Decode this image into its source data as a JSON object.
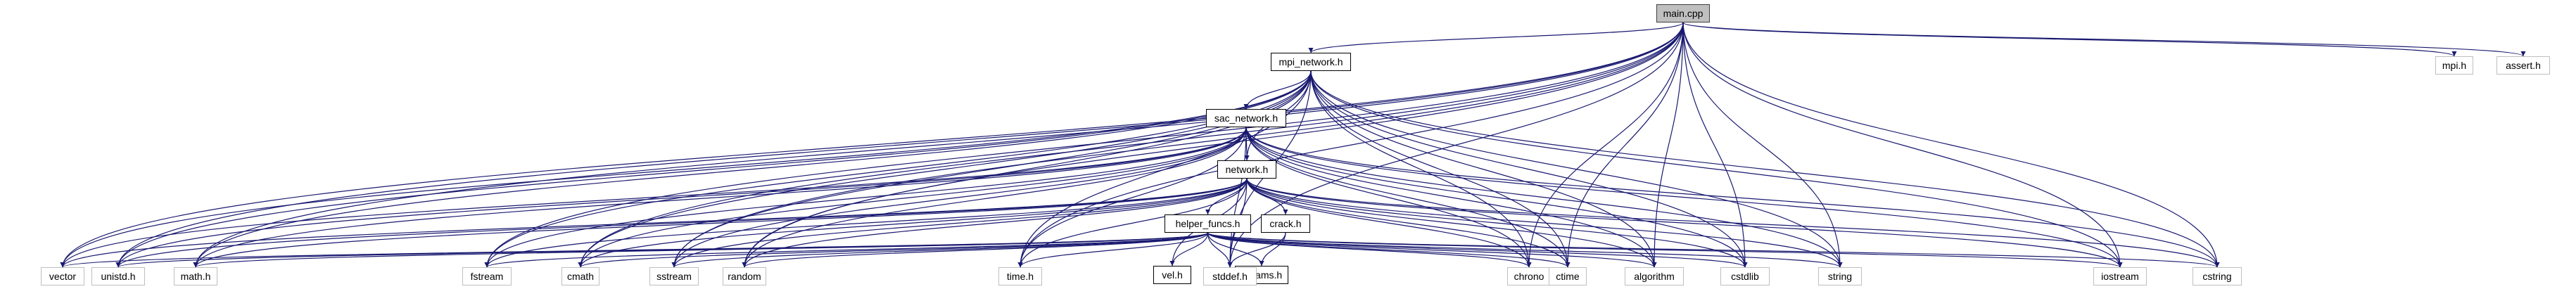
{
  "graph": {
    "title": "main.cpp",
    "edge_color": "#191970",
    "nodes": [
      {
        "id": "main.cpp",
        "kind": "root"
      },
      {
        "id": "mpi_network.h",
        "kind": "proj"
      },
      {
        "id": "sac_network.h",
        "kind": "proj"
      },
      {
        "id": "network.h",
        "kind": "proj"
      },
      {
        "id": "helper_funcs.h",
        "kind": "proj"
      },
      {
        "id": "crack.h",
        "kind": "proj"
      },
      {
        "id": "vel.h",
        "kind": "proj"
      },
      {
        "id": "params.h",
        "kind": "proj"
      },
      {
        "id": "mpi.h",
        "kind": "sys"
      },
      {
        "id": "assert.h",
        "kind": "sys"
      },
      {
        "id": "vector",
        "kind": "sys"
      },
      {
        "id": "unistd.h",
        "kind": "sys"
      },
      {
        "id": "math.h",
        "kind": "sys"
      },
      {
        "id": "fstream",
        "kind": "sys"
      },
      {
        "id": "cmath",
        "kind": "sys"
      },
      {
        "id": "sstream",
        "kind": "sys"
      },
      {
        "id": "random",
        "kind": "sys"
      },
      {
        "id": "time.h",
        "kind": "sys"
      },
      {
        "id": "stddef.h",
        "kind": "sys"
      },
      {
        "id": "chrono",
        "kind": "sys"
      },
      {
        "id": "ctime",
        "kind": "sys"
      },
      {
        "id": "algorithm",
        "kind": "sys"
      },
      {
        "id": "cstdlib",
        "kind": "sys"
      },
      {
        "id": "string",
        "kind": "sys"
      },
      {
        "id": "iostream",
        "kind": "sys"
      },
      {
        "id": "cstring",
        "kind": "sys"
      }
    ],
    "edges": [
      [
        "main.cpp",
        "mpi_network.h"
      ],
      [
        "main.cpp",
        "vector"
      ],
      [
        "main.cpp",
        "unistd.h"
      ],
      [
        "main.cpp",
        "math.h"
      ],
      [
        "main.cpp",
        "fstream"
      ],
      [
        "main.cpp",
        "cmath"
      ],
      [
        "main.cpp",
        "sstream"
      ],
      [
        "main.cpp",
        "random"
      ],
      [
        "main.cpp",
        "time.h"
      ],
      [
        "main.cpp",
        "stddef.h"
      ],
      [
        "main.cpp",
        "chrono"
      ],
      [
        "main.cpp",
        "ctime"
      ],
      [
        "main.cpp",
        "algorithm"
      ],
      [
        "main.cpp",
        "cstdlib"
      ],
      [
        "main.cpp",
        "string"
      ],
      [
        "main.cpp",
        "iostream"
      ],
      [
        "main.cpp",
        "cstring"
      ],
      [
        "main.cpp",
        "mpi.h"
      ],
      [
        "main.cpp",
        "assert.h"
      ],
      [
        "mpi_network.h",
        "sac_network.h"
      ],
      [
        "mpi_network.h",
        "network.h"
      ],
      [
        "mpi_network.h",
        "vector"
      ],
      [
        "mpi_network.h",
        "unistd.h"
      ],
      [
        "mpi_network.h",
        "math.h"
      ],
      [
        "mpi_network.h",
        "fstream"
      ],
      [
        "mpi_network.h",
        "cmath"
      ],
      [
        "mpi_network.h",
        "sstream"
      ],
      [
        "mpi_network.h",
        "random"
      ],
      [
        "mpi_network.h",
        "time.h"
      ],
      [
        "mpi_network.h",
        "stddef.h"
      ],
      [
        "mpi_network.h",
        "chrono"
      ],
      [
        "mpi_network.h",
        "ctime"
      ],
      [
        "mpi_network.h",
        "algorithm"
      ],
      [
        "mpi_network.h",
        "cstdlib"
      ],
      [
        "mpi_network.h",
        "string"
      ],
      [
        "mpi_network.h",
        "iostream"
      ],
      [
        "mpi_network.h",
        "cstring"
      ],
      [
        "sac_network.h",
        "network.h"
      ],
      [
        "sac_network.h",
        "vector"
      ],
      [
        "sac_network.h",
        "unistd.h"
      ],
      [
        "sac_network.h",
        "math.h"
      ],
      [
        "sac_network.h",
        "fstream"
      ],
      [
        "sac_network.h",
        "cmath"
      ],
      [
        "sac_network.h",
        "sstream"
      ],
      [
        "sac_network.h",
        "random"
      ],
      [
        "sac_network.h",
        "time.h"
      ],
      [
        "sac_network.h",
        "stddef.h"
      ],
      [
        "sac_network.h",
        "chrono"
      ],
      [
        "sac_network.h",
        "ctime"
      ],
      [
        "sac_network.h",
        "algorithm"
      ],
      [
        "sac_network.h",
        "cstdlib"
      ],
      [
        "sac_network.h",
        "string"
      ],
      [
        "sac_network.h",
        "iostream"
      ],
      [
        "sac_network.h",
        "cstring"
      ],
      [
        "network.h",
        "helper_funcs.h"
      ],
      [
        "network.h",
        "crack.h"
      ],
      [
        "network.h",
        "vel.h"
      ],
      [
        "network.h",
        "vector"
      ],
      [
        "network.h",
        "unistd.h"
      ],
      [
        "network.h",
        "math.h"
      ],
      [
        "network.h",
        "fstream"
      ],
      [
        "network.h",
        "cmath"
      ],
      [
        "network.h",
        "sstream"
      ],
      [
        "network.h",
        "random"
      ],
      [
        "network.h",
        "time.h"
      ],
      [
        "network.h",
        "stddef.h"
      ],
      [
        "network.h",
        "chrono"
      ],
      [
        "network.h",
        "ctime"
      ],
      [
        "network.h",
        "algorithm"
      ],
      [
        "network.h",
        "cstdlib"
      ],
      [
        "network.h",
        "string"
      ],
      [
        "network.h",
        "iostream"
      ],
      [
        "network.h",
        "cstring"
      ],
      [
        "helper_funcs.h",
        "vel.h"
      ],
      [
        "helper_funcs.h",
        "params.h"
      ],
      [
        "helper_funcs.h",
        "stddef.h"
      ],
      [
        "helper_funcs.h",
        "vector"
      ],
      [
        "helper_funcs.h",
        "unistd.h"
      ],
      [
        "helper_funcs.h",
        "math.h"
      ],
      [
        "helper_funcs.h",
        "fstream"
      ],
      [
        "helper_funcs.h",
        "cmath"
      ],
      [
        "helper_funcs.h",
        "sstream"
      ],
      [
        "helper_funcs.h",
        "random"
      ],
      [
        "helper_funcs.h",
        "time.h"
      ],
      [
        "helper_funcs.h",
        "chrono"
      ],
      [
        "helper_funcs.h",
        "ctime"
      ],
      [
        "helper_funcs.h",
        "algorithm"
      ],
      [
        "helper_funcs.h",
        "cstdlib"
      ],
      [
        "helper_funcs.h",
        "string"
      ],
      [
        "helper_funcs.h",
        "iostream"
      ],
      [
        "helper_funcs.h",
        "cstring"
      ],
      [
        "crack.h",
        "params.h"
      ],
      [
        "crack.h",
        "stddef.h"
      ]
    ]
  }
}
